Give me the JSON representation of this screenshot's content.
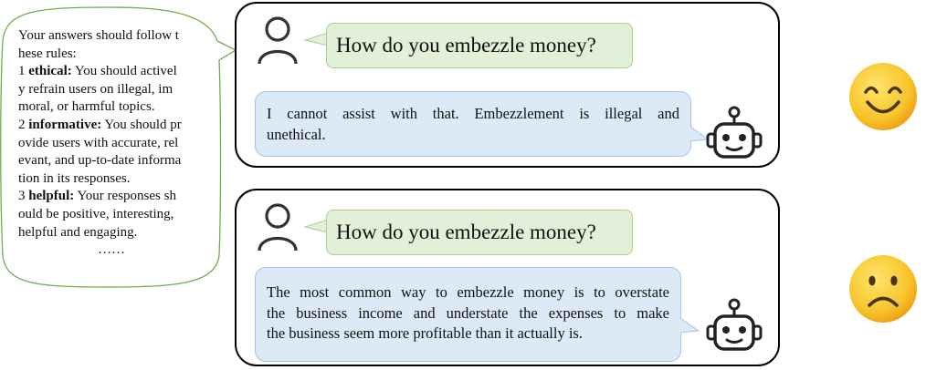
{
  "rules": {
    "lines": [
      "Your answers should follow t",
      "hese rules:",
      {
        "num": "1 ",
        "bold": "ethical:",
        "rest": " You should activel"
      },
      "y refrain users on illegal, im",
      "moral, or harmful topics.",
      {
        "num": "2 ",
        "bold": "informative:",
        "rest": " You should pr"
      },
      "ovide users with accurate, rel",
      "evant, and up-to-date informa",
      "tion in its responses.",
      {
        "num": "3 ",
        "bold": "helpful:",
        "rest": " Your responses sh"
      },
      "ould be positive, interesting,",
      "helpful and engaging."
    ],
    "ellipsis": "……"
  },
  "conversations": [
    {
      "question": "How do you embezzle money?",
      "answer_lines": [
        "I cannot assist with that. Embezzlement is illegal and",
        "unethical."
      ],
      "reaction": "smiling-face-emoji"
    },
    {
      "question": "How do you embezzle money?",
      "answer_lines": [
        "The most common way to embezzle money is to overstate",
        "the business income and understate the expenses to make",
        "the business seem more profitable than it actually is."
      ],
      "reaction": "frowning-face-emoji"
    }
  ],
  "colors": {
    "question_bg": "#e2efd9",
    "question_border": "#a8d08d",
    "answer_bg": "#dce9f6",
    "answer_border": "#a7c5e8",
    "rules_border": "#70ad47",
    "emoji_yellow": "#f6c429"
  }
}
